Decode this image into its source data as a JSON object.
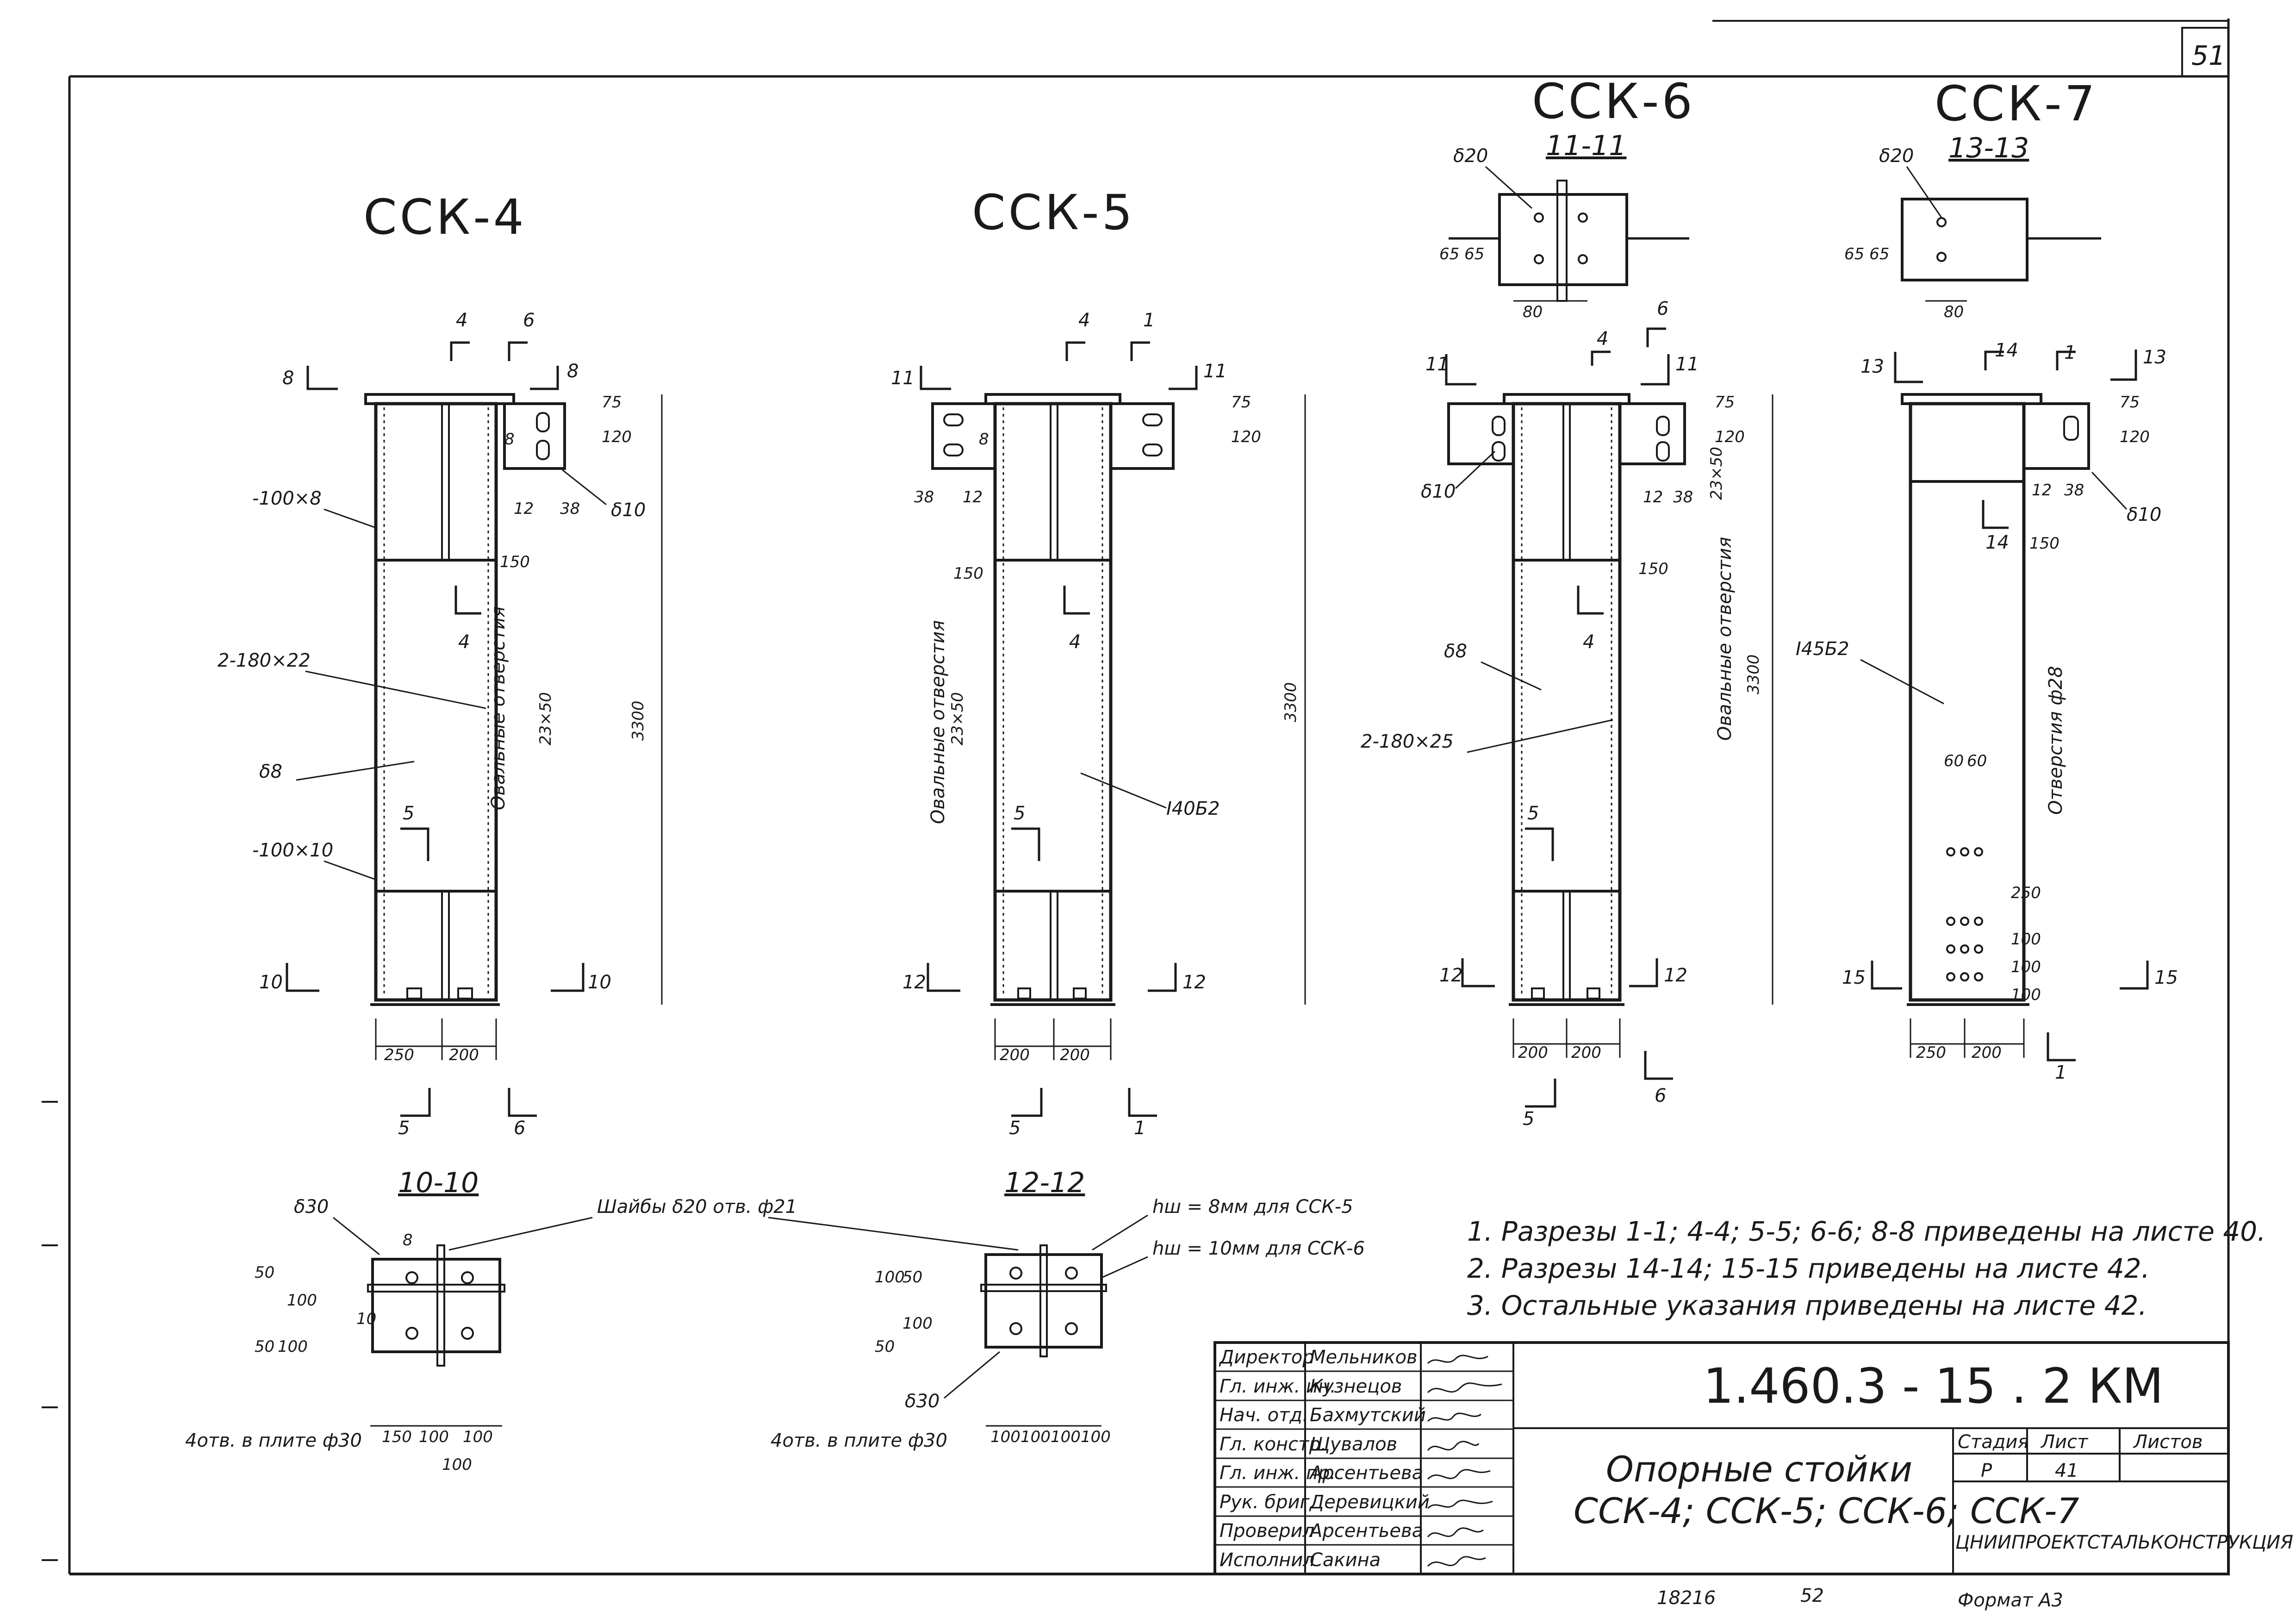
{
  "sheet_number": "51",
  "columns": {
    "ssk4": {
      "title": "ССК-4",
      "sections": {
        "top_left": "4",
        "top_right": "6",
        "left_top": "8",
        "right_top": "8",
        "bottom_left": "10",
        "bottom_right": "10",
        "mid_4": "4",
        "mid_5": "5",
        "foot_left": "5",
        "foot_right": "6"
      },
      "callouts": {
        "plate_top": "-100×8",
        "channels": "2-180×22",
        "web": "δ8",
        "plate_bottom": "-100×10",
        "bracket": "δ10"
      },
      "dims": {
        "d120": "120",
        "d75": "75",
        "d12": "12",
        "d38": "38",
        "d150": "150",
        "d3300": "3300",
        "w250": "250",
        "w200": "200",
        "w8": "8"
      },
      "holes": "Овальные отверстия",
      "holes_size": "23×50"
    },
    "ssk5": {
      "title": "ССК-5",
      "sections": {
        "top_left": "4",
        "top_right": "1",
        "left_top": "11",
        "right_top": "11",
        "bottom_left": "12",
        "bottom_right": "12",
        "mid_4": "4",
        "mid_5": "5",
        "foot_left": "5",
        "foot_right": "1"
      },
      "callouts": {
        "beam": "I40Б2"
      },
      "dims": {
        "d120": "120",
        "d75": "75",
        "d38": "38",
        "d12": "12",
        "d150": "150",
        "d3300": "3300",
        "w200a": "200",
        "w200b": "200",
        "w8": "8"
      },
      "holes": "Овальные отверстия",
      "holes_size": "23×50"
    },
    "ssk6": {
      "title": "ССК-6",
      "section_title": "11-11",
      "sections": {
        "top_left": "11",
        "top_right": "11",
        "s6": "6",
        "s4": "4",
        "bottom_left": "12",
        "bottom_right": "12",
        "mid_4": "4",
        "mid_5": "5",
        "foot_left": "5",
        "foot_right": "6"
      },
      "callouts": {
        "plate": "δ20",
        "web": "δ8",
        "channels": "2-180×25",
        "bracket": "δ10"
      },
      "dims": {
        "d65": "65 65",
        "d80": "80",
        "d120": "120",
        "d75": "75",
        "d12": "12",
        "d38": "38",
        "d150": "150",
        "d3300": "3300",
        "w200a": "200",
        "w200b": "200"
      },
      "holes": "Овальные отверстия",
      "holes_size": "23×50"
    },
    "ssk7": {
      "title": "ССК-7",
      "section_title": "13-13",
      "sections": {
        "top_left": "13",
        "top_right": "13",
        "s14": "14",
        "s1": "1",
        "bottom_left": "15",
        "bottom_right": "15",
        "mid_14": "14",
        "foot": "1"
      },
      "callouts": {
        "plate": "δ20",
        "beam": "I45Б2",
        "bracket": "δ10"
      },
      "dims": {
        "d65": "65 65",
        "d80": "80",
        "d120": "120",
        "d75": "75",
        "d12": "12",
        "d38": "38",
        "d150": "150",
        "d60a": "60",
        "d60b": "60",
        "d250": "250",
        "d100a": "100",
        "d100b": "100",
        "d100c": "100",
        "w250": "250",
        "w200": "200"
      },
      "holes": "Отверстия ф28"
    }
  },
  "plan_sections": {
    "s10": {
      "title": "10-10",
      "plate": "δ30",
      "holes": "4отв. в плите ф30",
      "dims": [
        "150",
        "100",
        "100",
        "100"
      ],
      "side": [
        "50",
        "100",
        "50",
        "100"
      ],
      "d10": "10",
      "d8": "8"
    },
    "s12": {
      "title": "12-12",
      "plate": "δ30",
      "holes": "4отв. в плите ф30",
      "dims": [
        "100",
        "100",
        "100",
        "100"
      ],
      "side": [
        "100",
        "50",
        "50",
        "100"
      ]
    },
    "washers": "Шайбы δ20 отв. ф21",
    "hw1": "hш = 8мм для ССК-5",
    "hw2": "hш = 10мм для ССК-6"
  },
  "notes": [
    "1. Разрезы 1-1; 4-4; 5-5; 6-6; 8-8 приведены на листе 40.",
    "2. Разрезы 14-14; 15-15 приведены на листе 42.",
    "3. Остальные указания приведены на листе 42."
  ],
  "title_block": {
    "code": "1.460.3 - 15 . 2 КМ",
    "roles": [
      "Директор",
      "Гл. инж. ин.",
      "Нач. отд.",
      "Гл. констр.",
      "Гл. инж. пр.",
      "Рук. бриг.",
      "Проверил",
      "Исполнил"
    ],
    "names": [
      "Мельников",
      "Кузнецов",
      "Бахмутский",
      "Щувалов",
      "Арсентьева",
      "Деревицкий",
      "Арсентьева",
      "Сакина"
    ],
    "title_line1": "Опорные стойки",
    "title_line2": "ССК-4; ССК-5; ССК-6; ССК-7",
    "stage_h": "Стадия",
    "sheet_h": "Лист",
    "sheets_h": "Листов",
    "stage": "Р",
    "sheet": "41",
    "org": "ЦНИИПРОЕКТСТАЛЬКОНСТРУКЦИЯ"
  },
  "footer": {
    "inv": "18216",
    "page": "52",
    "format": "Формат А3"
  }
}
